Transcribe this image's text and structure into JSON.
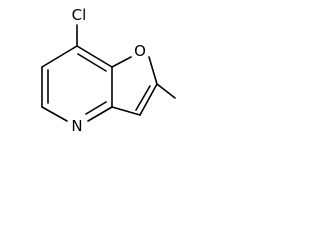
{
  "molecule": {
    "atoms": {
      "chlorine": "Cl",
      "oxygen": "O",
      "nitrogen": "N"
    }
  }
}
